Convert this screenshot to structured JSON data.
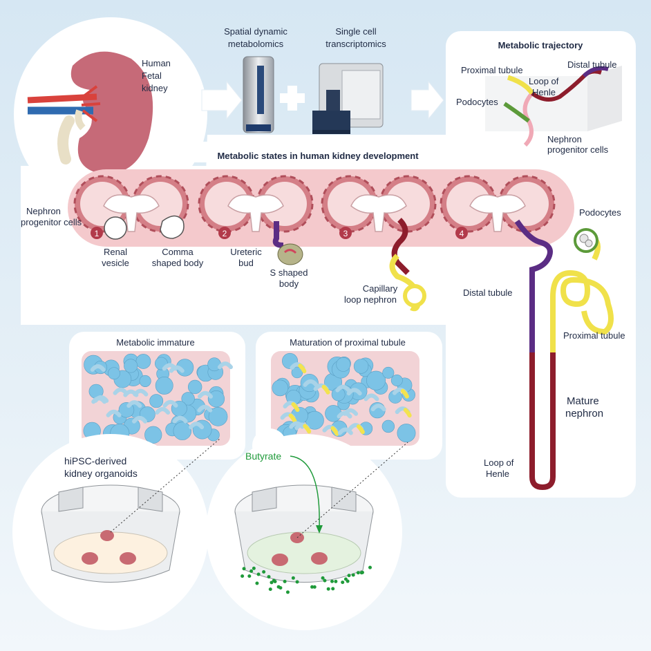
{
  "top": {
    "kidney_label": [
      "Human",
      "Fetal",
      "kidney"
    ],
    "metabolomics_label": [
      "Spatial dynamic",
      "metabolomics"
    ],
    "transcriptomics_label": [
      "Single cell",
      "transcriptomics"
    ]
  },
  "trajectory": {
    "title": "Metabolic trajectory",
    "proximal": "Proximal tubule",
    "distal": "Distal tubule",
    "loop": [
      "Loop of",
      "Henle"
    ],
    "podocytes": "Podocytes",
    "npc": [
      "Nephron",
      "progenitor cells"
    ]
  },
  "states": {
    "title": "Metabolic states in human kidney development",
    "npc": [
      "Nephron",
      "progenitor cells"
    ],
    "steps": [
      "1",
      "2",
      "3",
      "4"
    ],
    "renal_vesicle": [
      "Renal",
      "vesicle"
    ],
    "comma": [
      "Comma",
      "shaped body"
    ],
    "ureteric": [
      "Ureteric",
      "bud"
    ],
    "s_shaped": [
      "S shaped",
      "body"
    ],
    "capillary": [
      "Capillary",
      "loop nephron"
    ]
  },
  "mature": {
    "podocytes": "Podocytes",
    "distal": "Distal tubule",
    "proximal": "Proximal tubule",
    "mature": [
      "Mature",
      "nephron"
    ],
    "loop": [
      "Loop of",
      "Henle"
    ]
  },
  "organoids": {
    "immature_title": "Metabolic immature",
    "maturation_title": "Maturation of proximal tubule",
    "hipsc": [
      "hiPSC-derived",
      "kidney organoids"
    ],
    "butyrate": "Butyrate"
  },
  "colors": {
    "kidney": "#c66a78",
    "vessel_red": "#d9423c",
    "vessel_blue": "#2f6bb0",
    "proximal": "#f0e14a",
    "distal": "#5b2d84",
    "loop": "#8d1d2c",
    "podocyte": "#5c9a3a",
    "cell_blue": "#7cc3e6",
    "butyrate": "#1f9a3a"
  }
}
